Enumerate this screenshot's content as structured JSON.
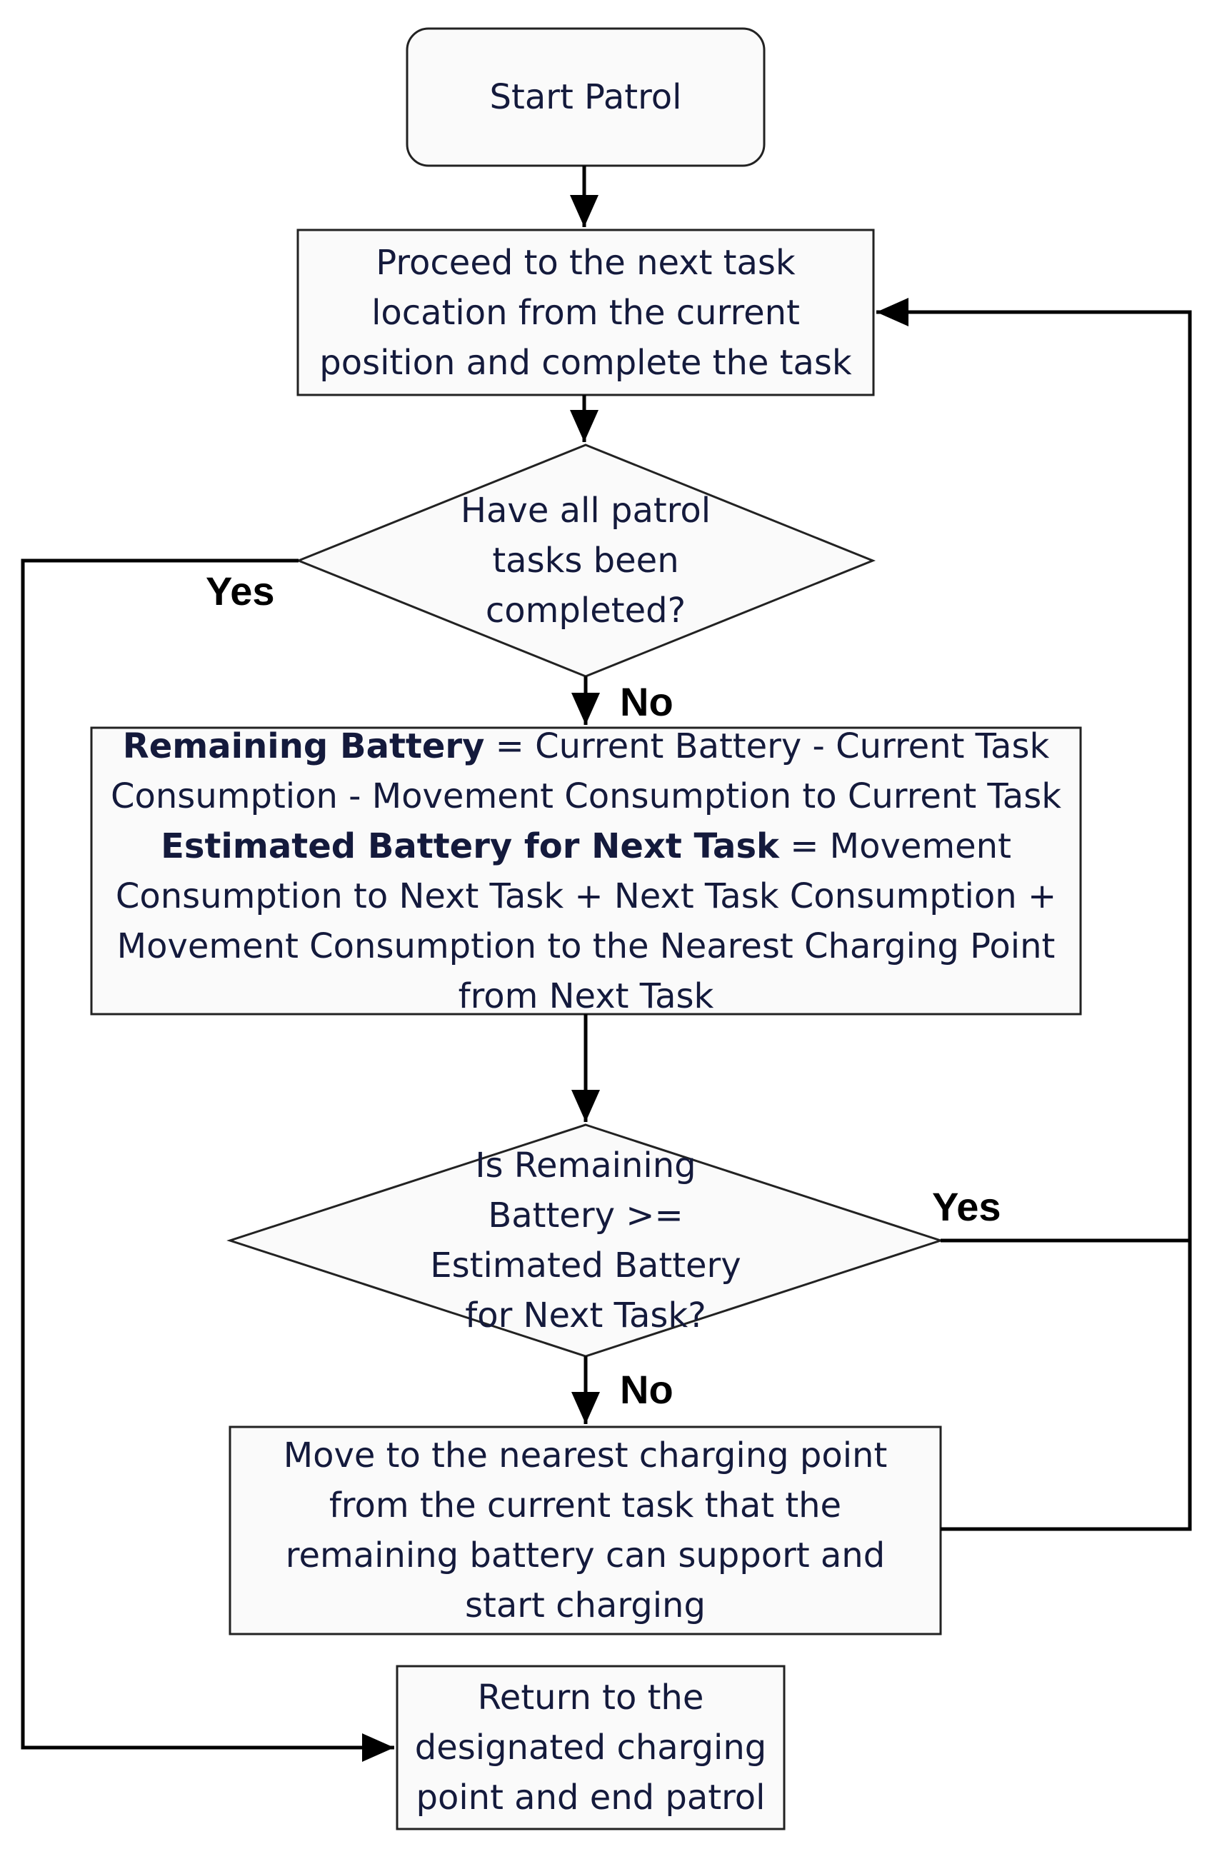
{
  "nodes": {
    "start": {
      "text": "Start Patrol"
    },
    "proceed": {
      "lines": [
        "Proceed to the next task",
        "location from the current",
        "position and complete the task"
      ]
    },
    "all_done": {
      "lines": [
        "Have all patrol",
        "tasks been",
        "completed?"
      ]
    },
    "compute": {
      "remaining_term": "Remaining Battery",
      "remaining_eq_1": " = Current Battery - Current Task",
      "remaining_eq_2": "Consumption - Movement Consumption to Current Task",
      "estimated_term": "Estimated Battery for Next Task",
      "estimated_eq_1": " = Movement",
      "estimated_eq_2": "Consumption to Next Task + Next Task Consumption +",
      "estimated_eq_3": "Movement Consumption to the Nearest Charging Point",
      "estimated_eq_4": "from Next Task"
    },
    "battery_check": {
      "lines": [
        "Is Remaining",
        "Battery >=",
        "Estimated Battery",
        "for Next Task?"
      ]
    },
    "charge": {
      "lines": [
        "Move to the nearest charging point",
        "from the current task that the",
        "remaining battery can support and",
        "start charging"
      ]
    },
    "return": {
      "lines": [
        "Return to the",
        "designated charging",
        "point and end patrol"
      ]
    }
  },
  "edge_labels": {
    "all_done_yes": "Yes",
    "all_done_no": "No",
    "battery_yes": "Yes",
    "battery_no": "No"
  },
  "colors": {
    "node_fill": "#fafafa",
    "node_stroke": "#222222",
    "edge": "#000000",
    "text": "#141a3c"
  }
}
